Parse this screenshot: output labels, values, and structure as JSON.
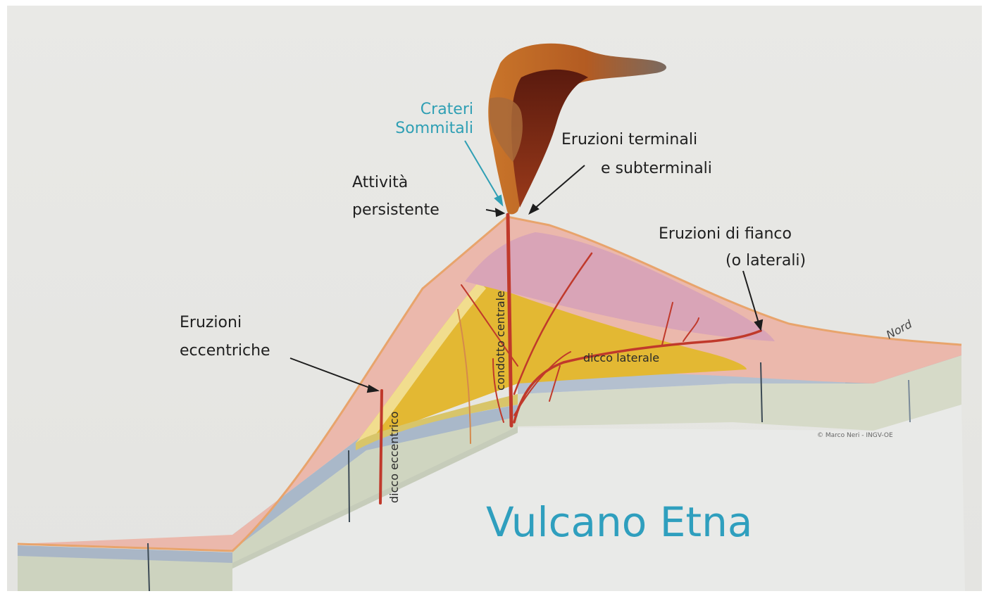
{
  "title": "Vulcano Etna",
  "labels": {
    "crateri": [
      "Crateri",
      "Sommitali"
    ],
    "terminali": [
      "Eruzioni terminali",
      "e subterminali"
    ],
    "persistente": [
      "Attività",
      "persistente"
    ],
    "fianco": [
      "Eruzioni di fianco",
      "(o laterali)"
    ],
    "eccentriche": [
      "Eruzioni",
      "eccentriche"
    ]
  },
  "inner_labels": {
    "condotto": "condotto centrale",
    "dicco_laterale": "dicco laterale",
    "dicco_eccentrico": "dicco eccentrico"
  },
  "compass": "Nord",
  "credit": "© Marco Neri - INGV-OE",
  "colors": {
    "title": "#2f9fbe",
    "crateri_label": "#2f9fb4",
    "magma": "#c0392b",
    "upper_layer": "#eab4a8",
    "yellow_layer": "#e3b72e",
    "pink_layer": "#dca6b4",
    "blue_layer": "#aebccb",
    "base_layer": "#cfd4c2"
  }
}
